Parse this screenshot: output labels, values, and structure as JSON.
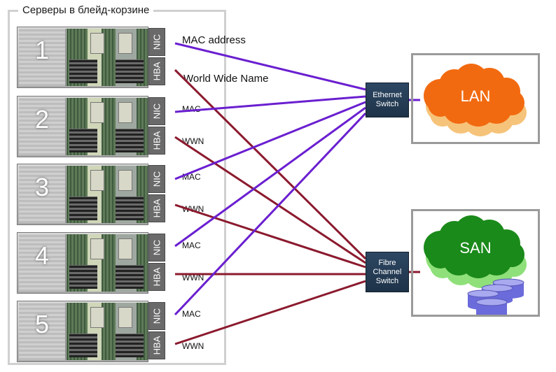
{
  "chassis": {
    "title": "Серверы в блейд-корзине"
  },
  "blades": [
    {
      "number": "1",
      "nic": "NIC",
      "hba": "HBA",
      "mac_label": "MAC address",
      "wwn_label": "World Wide Name"
    },
    {
      "number": "2",
      "nic": "NIC",
      "hba": "HBA",
      "mac_label": "MAC",
      "wwn_label": "WWN"
    },
    {
      "number": "3",
      "nic": "NIC",
      "hba": "HBA",
      "mac_label": "MAC",
      "wwn_label": "WWN"
    },
    {
      "number": "4",
      "nic": "NIC",
      "hba": "HBA",
      "mac_label": "MAC",
      "wwn_label": "WWN"
    },
    {
      "number": "5",
      "nic": "NIC",
      "hba": "HBA",
      "mac_label": "MAC",
      "wwn_label": "WWN"
    }
  ],
  "switches": {
    "ethernet": {
      "line1": "Ethernet",
      "line2": "Switch"
    },
    "fibre": {
      "line1": "Fibre",
      "line2": "Channel",
      "line3": "Switch"
    }
  },
  "networks": {
    "lan": "LAN",
    "san": "SAN"
  },
  "colors": {
    "ethernet_link": "#6a1fd0",
    "fibre_link": "#8b1a2e",
    "lan_cloud": "#f26a10",
    "lan_shadow": "#f6c37a",
    "san_cloud": "#1a8a1a",
    "san_shadow": "#8fe07a",
    "disk": "#6b6bdb",
    "switch_bg": "#24405d"
  }
}
